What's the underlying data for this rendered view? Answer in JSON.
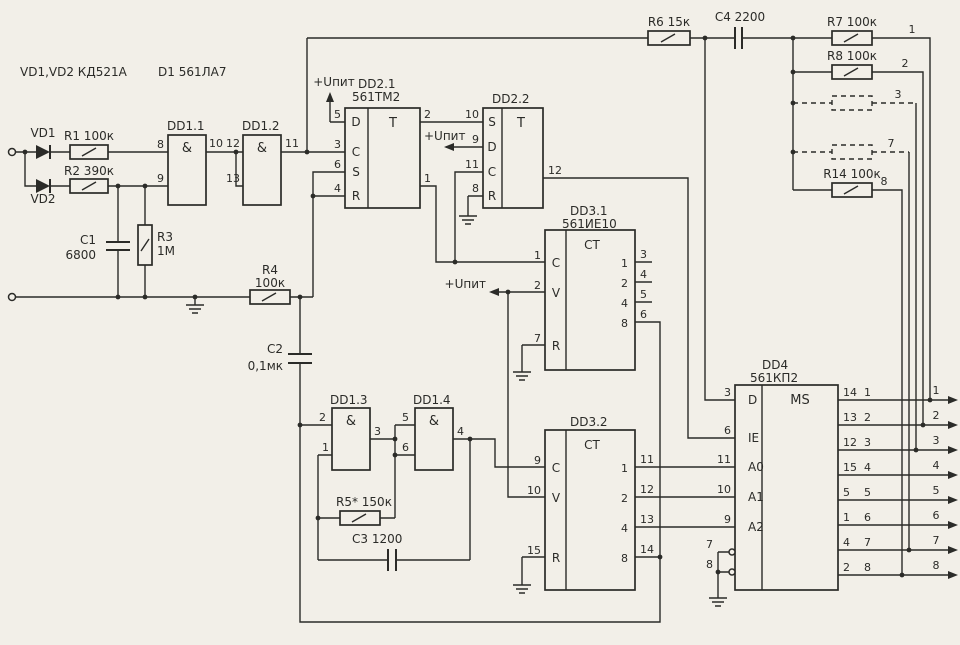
{
  "t": {
    "vd_type": "VD1,VD2 КД521А",
    "d1_type": "D1 561ЛА7",
    "vd1": "VD1",
    "vd2": "VD2",
    "r1": "R1 100к",
    "r2": "R2 390к",
    "r3a": "R3",
    "r3b": "1М",
    "c1a": "C1",
    "c1b": "6800",
    "r4a": "R4",
    "r4b": "100к",
    "c2a": "C2",
    "c2b": "0,1мк",
    "r5": "R5* 150к",
    "c3": "C3 1200",
    "r6": "R6 15к",
    "c4": "C4 2200",
    "r7": "R7 100к",
    "r8": "R8 100к",
    "r14": "R14 100к",
    "dd11": "DD1.1",
    "dd12": "DD1.2",
    "dd13": "DD1.3",
    "dd14": "DD1.4",
    "amp": "&",
    "dd21": "DD2.1",
    "dd21_type": "561ТМ2",
    "dd22": "DD2.2",
    "dd31": "DD3.1",
    "dd31_type": "561ИЕ10",
    "dd32": "DD3.2",
    "dd4": "DD4",
    "dd4_type": "561КП2",
    "T": "T",
    "CT": "CT",
    "MS": "MS",
    "D": "D",
    "C": "C",
    "S": "S",
    "R": "R",
    "V": "V",
    "IE": "IE",
    "A0": "A0",
    "A1": "A1",
    "A2": "A2",
    "upit": "+Uпит"
  },
  "n": {
    "1": "1",
    "2": "2",
    "3": "3",
    "4": "4",
    "5": "5",
    "6": "6",
    "7": "7",
    "8": "8",
    "9": "9",
    "10": "10",
    "11": "11",
    "12": "12",
    "13": "13",
    "14": "14",
    "15": "15"
  }
}
